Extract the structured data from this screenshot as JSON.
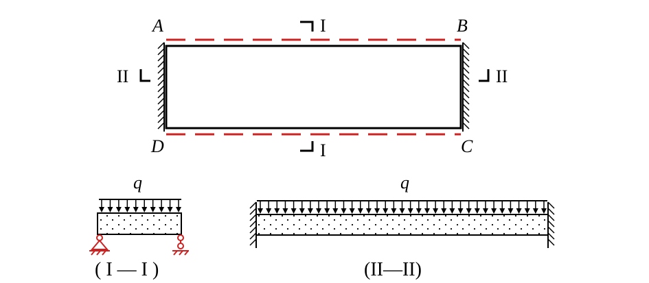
{
  "plan": {
    "corner_labels": {
      "a": "A",
      "b": "B",
      "c": "C",
      "d": "D"
    },
    "section_marks": {
      "top": "I",
      "bottom": "I",
      "left": "II",
      "right": "II"
    }
  },
  "section_1": {
    "load_label": "q",
    "caption": "( I — I )"
  },
  "section_2": {
    "load_label": "q",
    "caption": "(II—II)"
  },
  "colors": {
    "line": "#000000",
    "dashed_edge": "#cc2222",
    "support": "#cc2222"
  }
}
